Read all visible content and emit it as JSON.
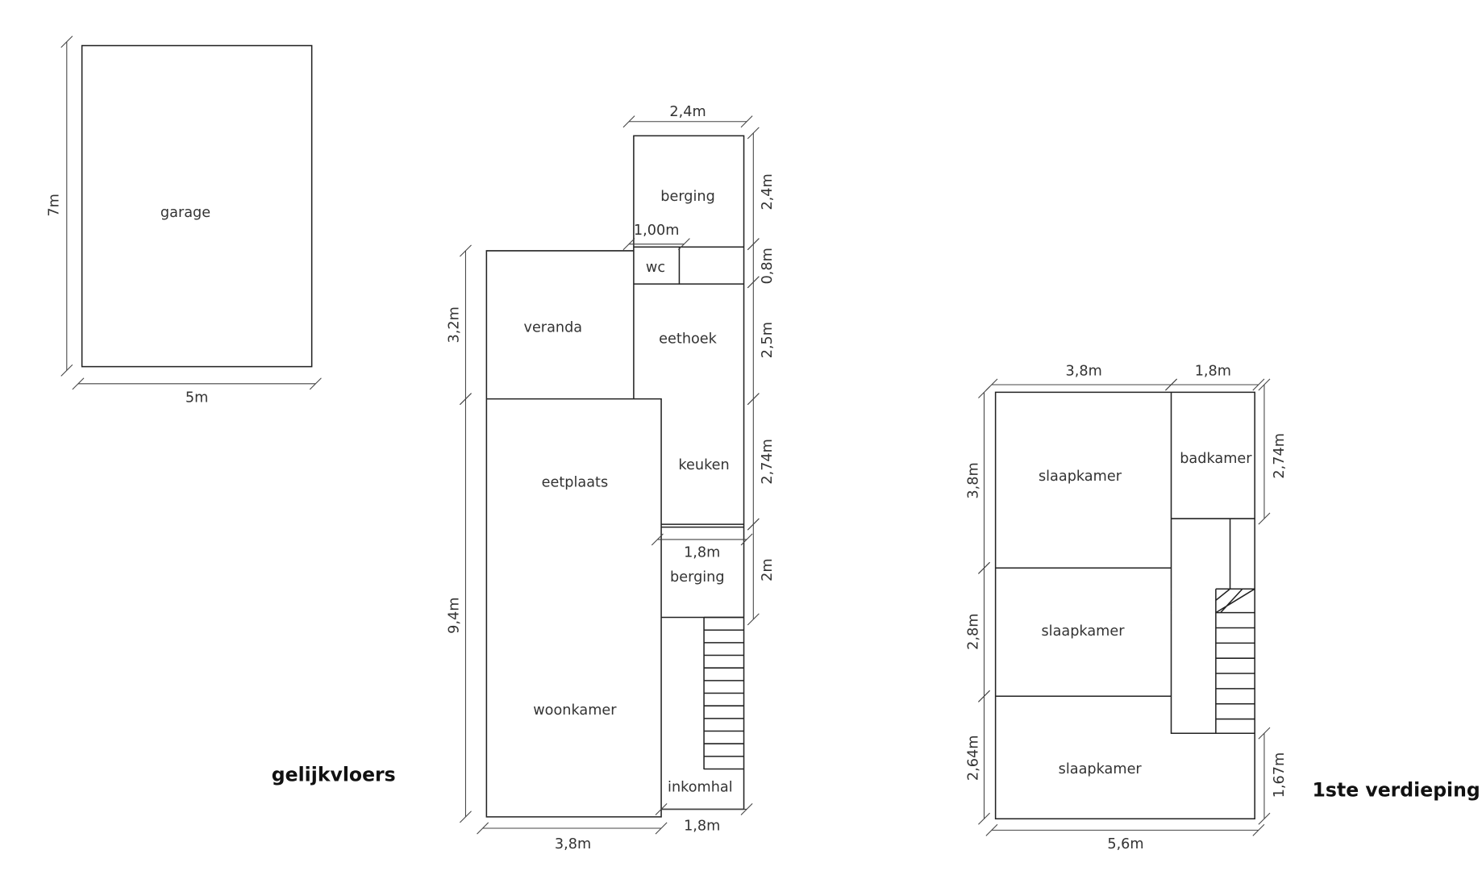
{
  "garage": {
    "room": "garage",
    "height": "7m",
    "width": "5m"
  },
  "ground_floor": {
    "title": "gelijkvloers",
    "rooms": {
      "berging_back": "berging",
      "wc": "wc",
      "veranda": "veranda",
      "eethoek": "eethoek",
      "keuken": "keuken",
      "eetplaats": "eetplaats",
      "berging_front": "berging",
      "woonkamer": "woonkamer",
      "inkomhal": "inkomhal"
    },
    "dims": {
      "top": "2,4m",
      "wc_width": "1,00m",
      "berging_height": "2,4m",
      "wc_height": "0,8m",
      "eethoek_height": "2,5m",
      "keuken_height": "2,74m",
      "berging_front_height": "2m",
      "berging_front_width": "1,8m",
      "veranda_height": "3,2m",
      "main_height": "9,4m",
      "bottom_left": "3,8m",
      "bottom_right": "1,8m"
    }
  },
  "first_floor": {
    "title": "1ste verdieping",
    "rooms": {
      "bedroom1": "slaapkamer",
      "bedroom2": "slaapkamer",
      "bedroom3": "slaapkamer",
      "bathroom": "badkamer"
    },
    "dims": {
      "top_left": "3,8m",
      "top_right": "1,8m",
      "left1": "3,8m",
      "left2": "2,8m",
      "left3": "2,64m",
      "right_top": "2,74m",
      "right_bottom": "1,67m",
      "bottom": "5,6m"
    }
  }
}
